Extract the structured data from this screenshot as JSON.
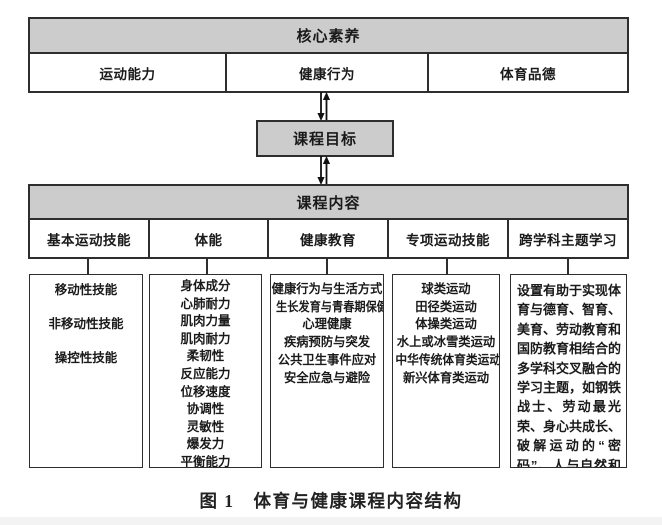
{
  "colors": {
    "header_fill": "#cccccc",
    "border": "#2e2e2e",
    "text": "#1a1a1a",
    "page_bg": "#ffffff",
    "footer_strip": "#f3f3f3"
  },
  "core_competencies": {
    "title": "核心素养",
    "items": [
      "运动能力",
      "健康行为",
      "体育品德"
    ]
  },
  "course_objectives": {
    "title": "课程目标"
  },
  "course_content": {
    "title": "课程内容",
    "columns": [
      {
        "label": "基本运动技能",
        "lines": [
          "移动性技能",
          "非移动性技能",
          "操控性技能"
        ]
      },
      {
        "label": "体能",
        "lines": [
          "身体成分",
          "心肺耐力",
          "肌肉力量",
          "肌肉耐力",
          "柔韧性",
          "反应能力",
          "位移速度",
          "协调性",
          "灵敏性",
          "爆发力",
          "平衡能力"
        ]
      },
      {
        "label": "健康教育",
        "lines": [
          "健康行为与生活方式",
          "生长发育与青春期保健",
          "心理健康",
          "疾病预防与突发",
          "公共卫生事件应对",
          "安全应急与避险"
        ]
      },
      {
        "label": "专项运动技能",
        "lines": [
          "球类运动",
          "田径类运动",
          "体操类运动",
          "水上或冰雪类运动",
          "中华传统体育类运动",
          "新兴体育类运动"
        ]
      },
      {
        "label": "跨学科主题学习",
        "paragraph": "设置有助于实现体育与德育、智育、美育、劳动教育和国防教育相结合的多学科交叉融合的学习主题，如钢铁战士、劳动最光荣、身心共成长、破解运动的“密码”、人与自然和谐美等"
      }
    ]
  },
  "caption": "图 1　体育与健康课程内容结构"
}
